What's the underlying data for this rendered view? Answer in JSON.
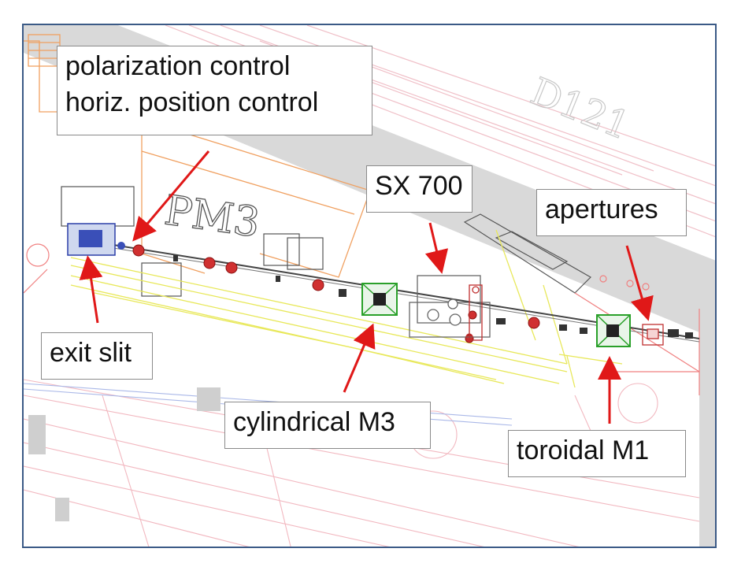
{
  "drawing": {
    "room_label": "PM3",
    "hall_label": "D121"
  },
  "callouts": {
    "polarization": {
      "line1": "polarization control",
      "line2": "horiz. position control"
    },
    "sx700": "SX 700",
    "apertures": "apertures",
    "exit_slit": "exit slit",
    "cylindrical_m3": "cylindrical M3",
    "toroidal_m1": "toroidal M1"
  },
  "colors": {
    "frame": "#3b5a86",
    "arrow": "#e01818",
    "wall_gray": "#d9d9d9",
    "beamline_yellow": "#e8e85a",
    "outline_orange": "#f0a060",
    "faint_pink": "#f2b8c0",
    "component_green": "#2aa02a"
  }
}
